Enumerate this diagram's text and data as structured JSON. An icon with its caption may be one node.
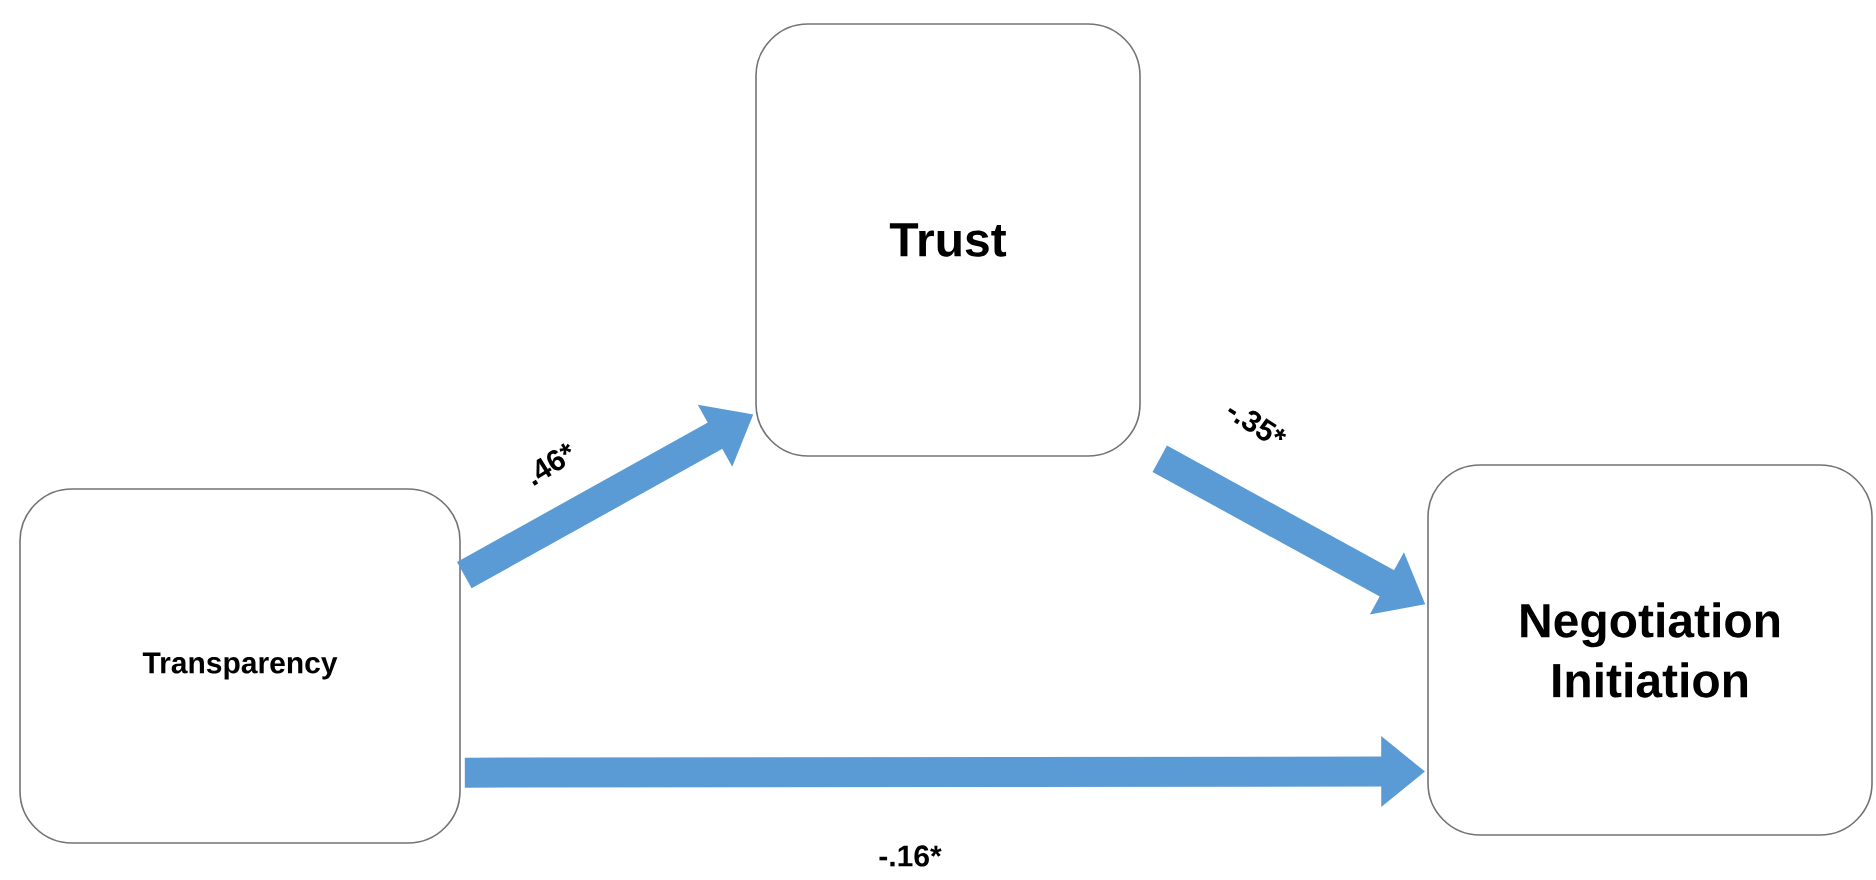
{
  "diagram": {
    "nodes": [
      {
        "text": [
          "Transparency"
        ]
      },
      {
        "text": [
          "Trust"
        ]
      },
      {
        "text": [
          "Negotiation Initiation"
        ]
      }
    ],
    "edges": [
      {
        "from": 0,
        "to": 1,
        "arrow": "to",
        "label": ".46*"
      },
      {
        "from": 1,
        "to": 2,
        "arrow": "to",
        "label": "-.35*"
      },
      {
        "from": 0,
        "to": 2,
        "arrow": "to",
        "label": "-.16*"
      }
    ]
  }
}
